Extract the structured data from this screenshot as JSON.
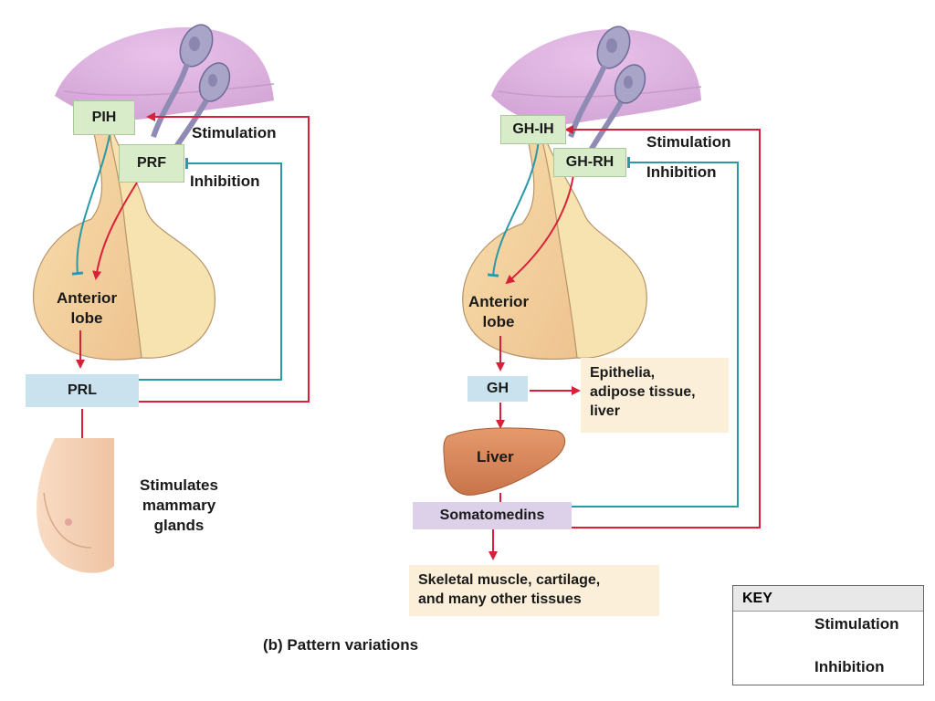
{
  "left": {
    "pih": "PIH",
    "prf": "PRF",
    "stimulation": "Stimulation",
    "inhibition": "Inhibition",
    "anterior_lobe": [
      "Anterior",
      "lobe"
    ],
    "prl": "PRL",
    "target": [
      "Stimulates",
      "mammary",
      "glands"
    ]
  },
  "right": {
    "ghih": "GH-IH",
    "ghrh": "GH-RH",
    "stimulation": "Stimulation",
    "inhibition": "Inhibition",
    "anterior_lobe": [
      "Anterior",
      "lobe"
    ],
    "gh": "GH",
    "gh_targets": [
      "Epithelia,",
      "adipose tissue,",
      "liver"
    ],
    "liver": "Liver",
    "somatomedins": "Somatomedins",
    "som_targets": [
      "Skeletal muscle, cartilage,",
      "and many other tissues"
    ]
  },
  "caption": "(b) Pattern variations",
  "key": {
    "title": "KEY",
    "stimulation": "Stimulation",
    "inhibition": "Inhibition"
  },
  "colors": {
    "stimulation": "#d9203a",
    "inhibition": "#2a9aa8",
    "hypothalamus": "#e6c6e6",
    "gland": "#f7ddb0",
    "gland_posterior": "#f8e8b8",
    "liver": "#d8875a"
  }
}
